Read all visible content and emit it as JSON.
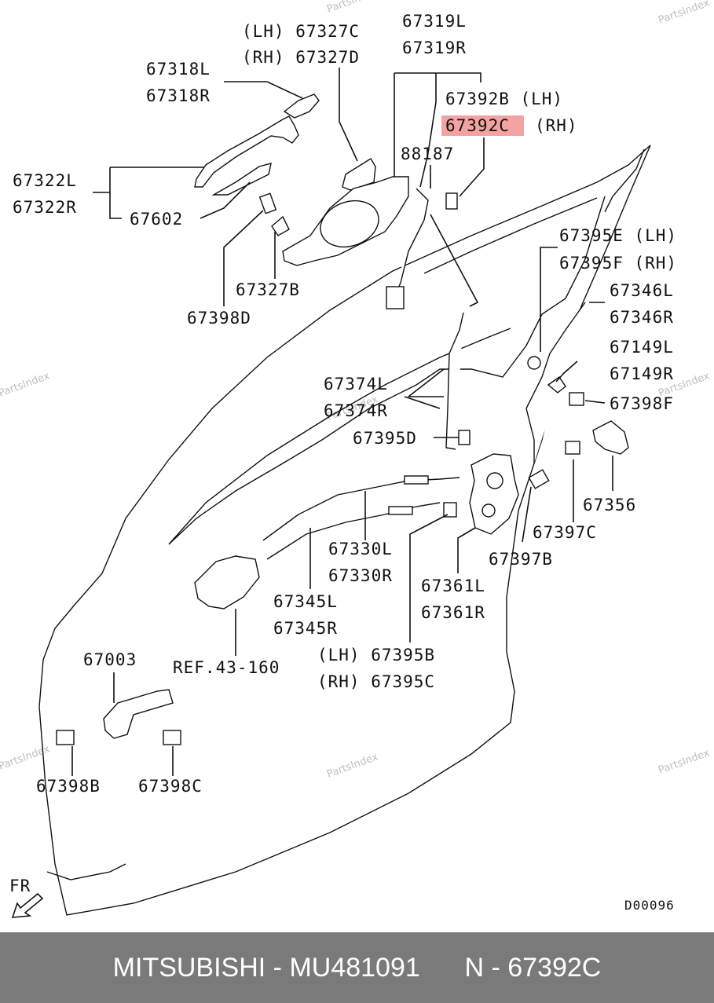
{
  "watermark": "PartsIndex",
  "labels": {
    "l67327C": "(LH) 67327C",
    "l67327D": "(RH) 67327D",
    "l67319L": "67319L",
    "l67319R": "67319R",
    "l67318L": "67318L",
    "l67318R": "67318R",
    "l67392B": "67392B (LH)",
    "l67392C_code": "67392C",
    "l67392C_side": "(RH)",
    "l88187": "88187",
    "l67322L": "67322L",
    "l67322R": "67322R",
    "l67602": "67602",
    "l67327B": "67327B",
    "l67398D": "67398D",
    "l67395E": "67395E (LH)",
    "l67395F": "67395F (RH)",
    "l67346L": "67346L",
    "l67346R": "67346R",
    "l67149L": "67149L",
    "l67149R": "67149R",
    "l67398F": "67398F",
    "l67374L": "67374L",
    "l67374R": "67374R",
    "l67395D": "67395D",
    "l67356": "67356",
    "l67397C": "67397C",
    "l67397B": "67397B",
    "l67330L": "67330L",
    "l67330R": "67330R",
    "l67361L": "67361L",
    "l67361R": "67361R",
    "l67345L": "67345L",
    "l67345R": "67345R",
    "l67395B": "(LH) 67395B",
    "l67395C": "(RH) 67395C",
    "l67003": "67003",
    "lREF": "REF.43-160",
    "l67398B": "67398B",
    "l67398C": "67398C",
    "lFR": "FR",
    "lD00096": "D00096"
  },
  "highlight_color": "#f4a3a3",
  "footer": {
    "text": "MITSUBISHI - MU481091      N - 67392C"
  }
}
